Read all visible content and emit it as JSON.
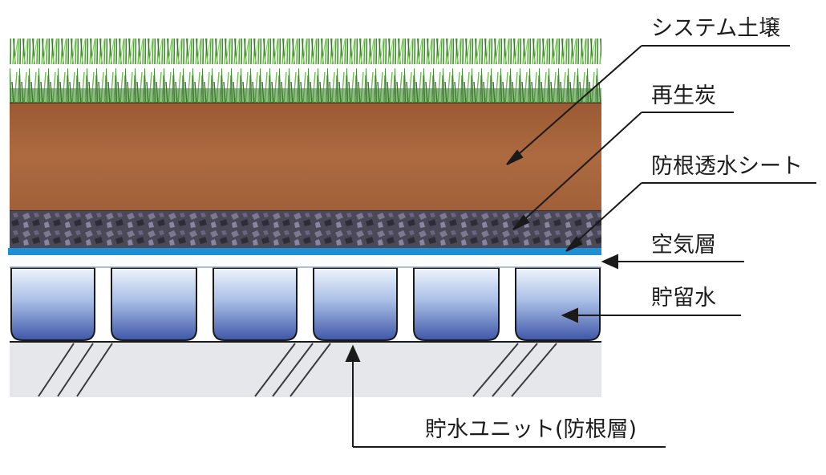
{
  "labels": {
    "system_soil": "システム土壌",
    "recycled_charcoal": "再生炭",
    "root_barrier_sheet": "防根透水シート",
    "air_layer": "空気層",
    "stored_water": "貯留水",
    "storage_unit": "貯水ユニット(防根層)"
  },
  "colors": {
    "grass": "#4f9a3a",
    "soil": "#a9653b",
    "charcoal": "#4a4656",
    "sheet": "#1f8fd3",
    "water_top": "#dde8f6",
    "water_bottom": "#3f56a8",
    "base": "#e6e8ea",
    "line": "#1a1a1a"
  }
}
